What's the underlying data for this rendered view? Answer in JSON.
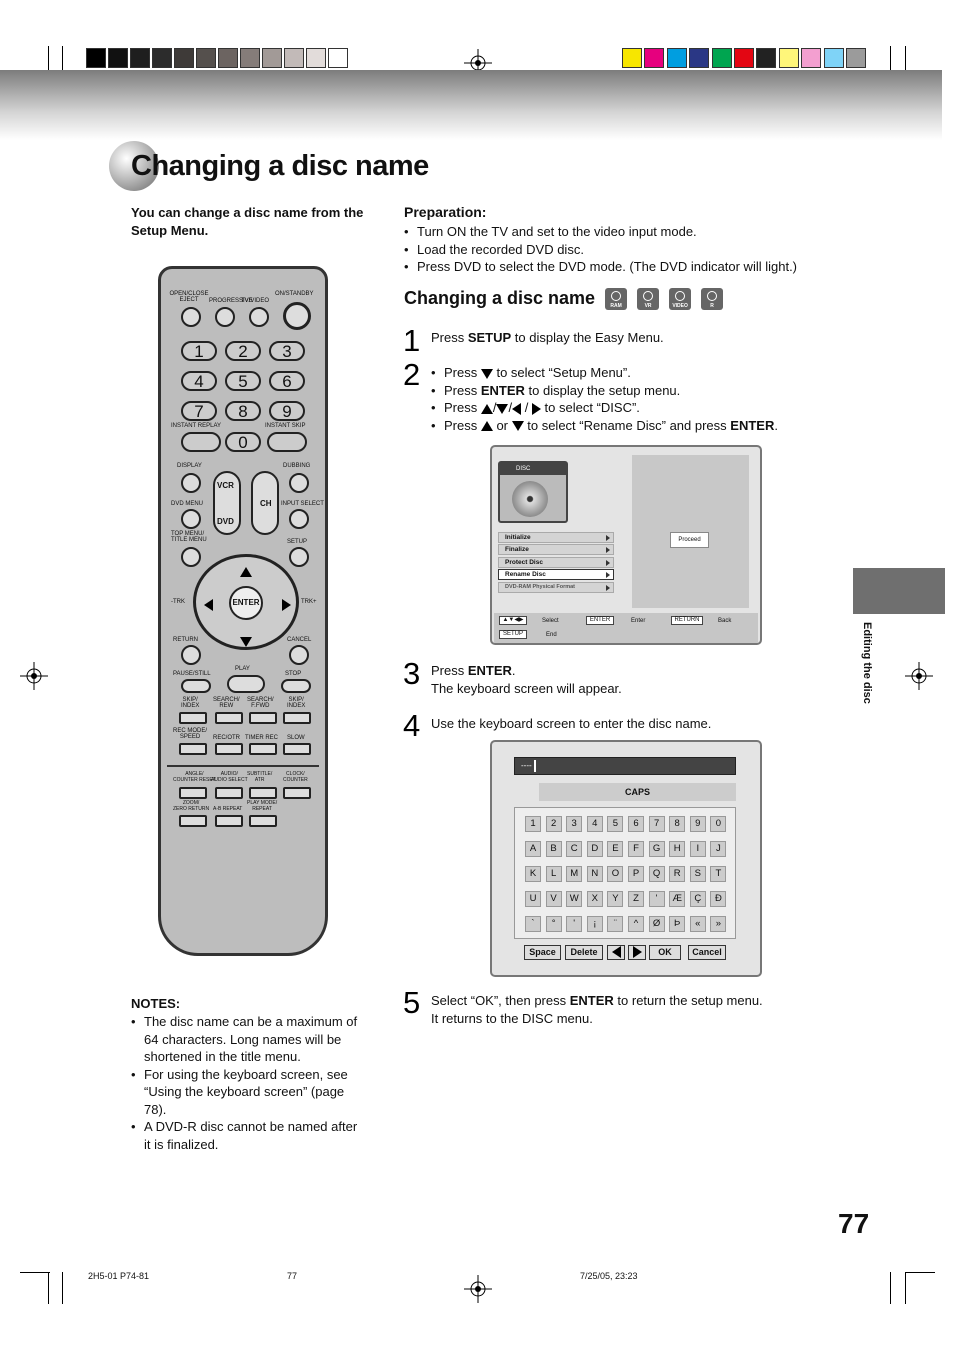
{
  "page": {
    "title": "Changing a disc name",
    "page_number": "77",
    "side_tab_label": "Editing the disc",
    "footer_left": "2H5-01 P74-81",
    "footer_center": "77",
    "footer_right": "7/25/05, 23:23"
  },
  "colors": {
    "grey_ramp": [
      "#000000",
      "#111111",
      "#1e1e1e",
      "#2c2c2c",
      "#3e3a38",
      "#55504d",
      "#6c6461",
      "#857c79",
      "#a29a97",
      "#c2bab8",
      "#e2dcda",
      "#ffffff"
    ],
    "color_bar": [
      "#f7e600",
      "#e6007e",
      "#009ee0",
      "#2a3785",
      "#00a550",
      "#e30613",
      "#222222",
      "#fff67a",
      "#f39fd0",
      "#7fd3f7",
      "#9b9b9b"
    ]
  },
  "intro": {
    "text": "You can change a disc name from the Setup Menu."
  },
  "preparation": {
    "heading": "Preparation:",
    "items": [
      "Turn ON the TV and set to the video input mode.",
      "Load the recorded DVD disc.",
      "Press DVD to select the DVD mode. (The DVD indicator will light.)"
    ]
  },
  "section": {
    "heading": "Changing a disc name",
    "badges": [
      "RAM",
      "VR",
      "VIDEO",
      "R"
    ]
  },
  "steps": {
    "s1": {
      "num": "1",
      "text_pre": "Press ",
      "bold": "SETUP",
      "text_post": " to display the Easy Menu."
    },
    "s2": {
      "num": "2",
      "l1a": "Press ",
      "l1b": " to select “Setup Menu”.",
      "l2a": "Press ",
      "l2b": "ENTER",
      "l2c": " to display the setup menu.",
      "l3a": "Press ",
      "l3b": " to select “DISC”.",
      "l4a": "Press ",
      "l4b": " or ",
      "l4c": " to select “Rename Disc” and press ",
      "l4d": "ENTER",
      "l4e": "."
    },
    "s3": {
      "num": "3",
      "a": "Press ",
      "b": "ENTER",
      "c": ".",
      "d": "The keyboard screen will appear."
    },
    "s4": {
      "num": "4",
      "text": "Use the keyboard screen to enter the disc name."
    },
    "s5": {
      "num": "5",
      "a": "Select “OK”, then press ",
      "b": "ENTER",
      "c": " to return the setup menu.",
      "d": "It returns to the DISC menu."
    }
  },
  "disc_screen": {
    "tab": "DISC",
    "items": [
      "Initialize",
      "Finalize",
      "Protect Disc",
      "Rename Disc",
      "DVD-RAM Physical Format"
    ],
    "proceed": "Proceed",
    "foot": {
      "select": "Select",
      "enter_key": "ENTER",
      "enter": "Enter",
      "return_key": "RETURN",
      "back": "Back",
      "setup_key": "SETUP",
      "end": "End"
    }
  },
  "keyboard_screen": {
    "input_value": "----",
    "caps": "CAPS",
    "rows": [
      [
        "1",
        "2",
        "3",
        "4",
        "5",
        "6",
        "7",
        "8",
        "9",
        "0"
      ],
      [
        "A",
        "B",
        "C",
        "D",
        "E",
        "F",
        "G",
        "H",
        "I",
        "J"
      ],
      [
        "K",
        "L",
        "M",
        "N",
        "O",
        "P",
        "Q",
        "R",
        "S",
        "T"
      ],
      [
        "U",
        "V",
        "W",
        "X",
        "Y",
        "Z",
        "'",
        "Æ",
        "Ç",
        "Ð"
      ],
      [
        "`",
        "°",
        "'",
        "¡",
        "¨",
        "^",
        "Ø",
        "Þ",
        "«",
        "»"
      ]
    ],
    "buttons": {
      "space": "Space",
      "delete": "Delete",
      "ok": "OK",
      "cancel": "Cancel"
    }
  },
  "notes": {
    "heading": "NOTES:",
    "items": [
      "The disc name can be a maximum of 64 characters. Long names will be shortened in the title menu.",
      "For using the keyboard screen, see “Using the keyboard screen” (page 78).",
      "A DVD-R disc cannot be named after it is finalized."
    ]
  },
  "remote": {
    "labels": {
      "open_close": "OPEN/CLOSE\nEJECT",
      "progressive": "PROGRESSIVE",
      "tv_video": "TV/VIDEO",
      "on_standby": "ON/STANDBY",
      "instant_replay": "INSTANT REPLAY",
      "instant_skip": "INSTANT SKIP",
      "display": "DISPLAY",
      "dubbing": "DUBBING",
      "vcr": "VCR",
      "ch": "CH",
      "dvd": "DVD",
      "dvd_menu": "DVD MENU",
      "input_select": "INPUT SELECT",
      "top_menu": "TOP MENU/\nTITLE MENU",
      "setup": "SETUP",
      "trk_minus": "-TRK",
      "trk_plus": "TRK+",
      "enter": "ENTER",
      "return": "RETURN",
      "cancel": "CANCEL",
      "pause_still": "PAUSE/STILL",
      "play": "PLAY",
      "stop": "STOP",
      "skip_index_l": "SKIP/\nINDEX",
      "search_rew": "SEARCH/\nREW",
      "search_ffwd": "SEARCH/\nF.FWD",
      "skip_index_r": "SKIP/\nINDEX",
      "rec_mode": "REC MODE/\nSPEED",
      "rec_otr": "REC/OTR",
      "timer_rec": "TIMER REC",
      "slow": "SLOW",
      "angle": "ANGLE/\nCOUNTER RESET",
      "audio": "AUDIO/\nAUDIO SELECT",
      "subtitle": "SUBTITLE/\nATR",
      "clock": "CLOCK/\nCOUNTER",
      "zoom": "ZOOM/\nZERO RETURN",
      "ab_repeat": "A-B REPEAT",
      "play_mode": "PLAY MODE/\nREPEAT"
    },
    "digits": [
      "1",
      "2",
      "3",
      "4",
      "5",
      "6",
      "7",
      "8",
      "9",
      "0"
    ]
  }
}
